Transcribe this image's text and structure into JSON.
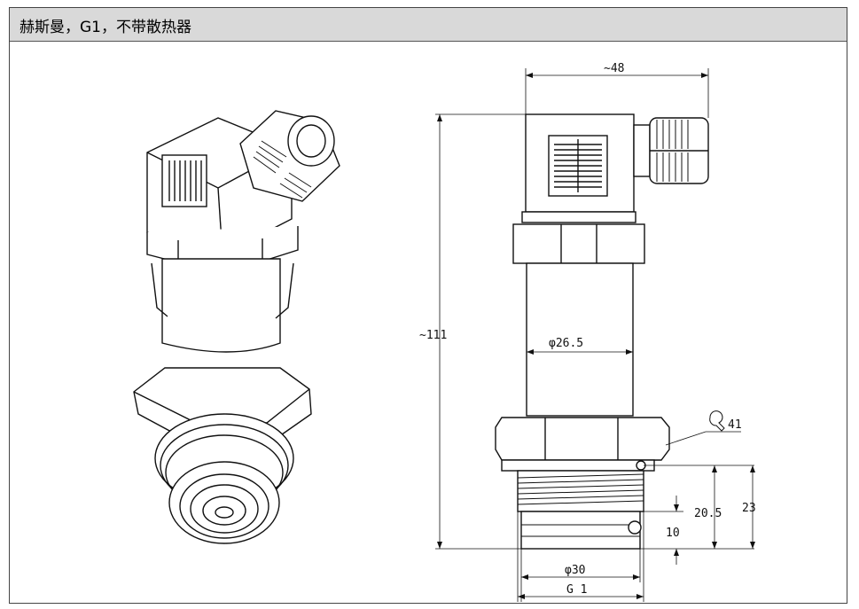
{
  "header": {
    "title": "赫斯曼，G1，不带散热器"
  },
  "dimensions": {
    "width_top": "~48",
    "height_total": "~111",
    "diameter_body": "φ26.5",
    "wrench": "41",
    "h_20_5": "20.5",
    "h_23": "23",
    "h_10": "10",
    "diameter_bottom": "φ30",
    "thread": "G 1"
  }
}
